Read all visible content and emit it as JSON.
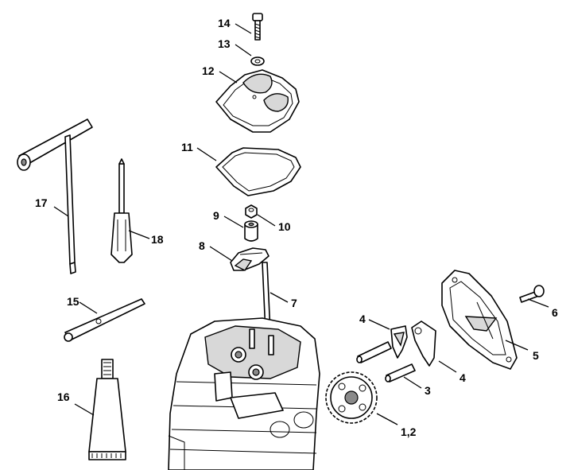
{
  "callouts": {
    "c1_2": "1,2",
    "c3": "3",
    "c4a": "4",
    "c4b": "4",
    "c5": "5",
    "c6": "6",
    "c7": "7",
    "c8": "8",
    "c9": "9",
    "c10": "10",
    "c11": "11",
    "c12": "12",
    "c13": "13",
    "c14": "14",
    "c15": "15",
    "c16": "16",
    "c17": "17",
    "c18": "18"
  },
  "colors": {
    "line": "#000000",
    "background": "#ffffff",
    "shade": "#d8d8d8"
  }
}
